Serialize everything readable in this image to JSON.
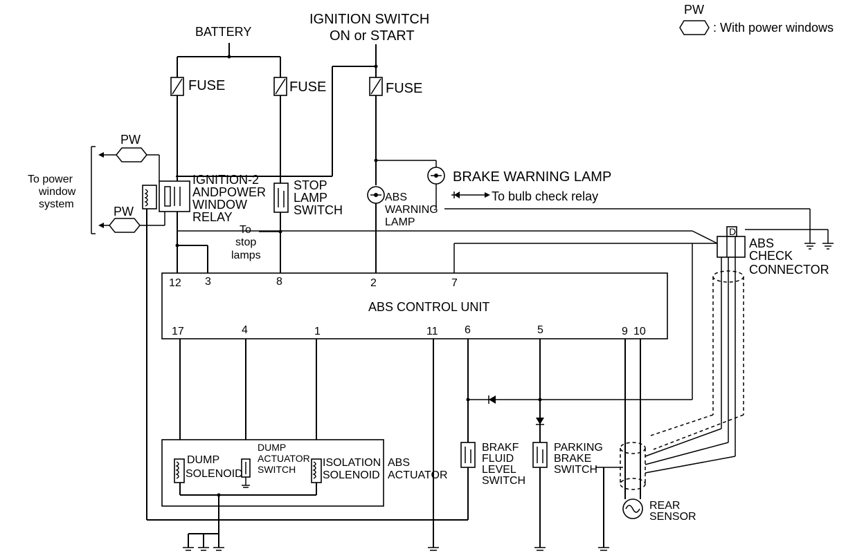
{
  "legend": {
    "pw_mark": "PW",
    "text": ": With power windows"
  },
  "power": {
    "battery": "BATTERY",
    "ignition_line1": "IGNITION SWITCH",
    "ignition_line2": "ON or START",
    "fuse": "FUSE"
  },
  "relay": {
    "line1": "IGNITION-2",
    "line2": "ANDPOWER",
    "line3": "WINDOW",
    "line4": "RELAY"
  },
  "pw_label": "PW",
  "power_window": {
    "line1": "To power",
    "line2": "window",
    "line3": "system"
  },
  "stop_lamp_switch": {
    "line1": "STOP",
    "line2": "LAMP",
    "line3": "SWITCH"
  },
  "to_stop_lamps": {
    "line1": "To",
    "line2": "stop",
    "line3": "lamps"
  },
  "brake_warning_lamp": "BRAKE WARNING LAMP",
  "bulb_check": "To bulb check relay",
  "abs_warning_lamp": {
    "line1": "ABS",
    "line2": "WARNING",
    "line3": "LAMP"
  },
  "abs_check_connector": {
    "pin": "D",
    "line1": "ABS",
    "line2": "CHECK",
    "line3": "CONNECTOR"
  },
  "control_unit": {
    "title": "ABS CONTROL UNIT",
    "top_pins": [
      "12",
      "3",
      "8",
      "2",
      "7"
    ],
    "bottom_pins": [
      "17",
      "4",
      "1",
      "11",
      "6",
      "5",
      "9",
      "10"
    ]
  },
  "actuator": {
    "dump_solenoid_1": "DUMP",
    "dump_solenoid_2": "SOLENOID",
    "dump_switch_1": "DUMP",
    "dump_switch_2": "ACTUATOR",
    "dump_switch_3": "SWITCH",
    "isolation_1": "ISOLATION",
    "isolation_2": "SOLENOID",
    "abs_1": "ABS",
    "abs_2": "ACTUATOR"
  },
  "brake_fluid": {
    "line1": "BRAKF",
    "line2": "FLUID",
    "line3": "LEVEL",
    "line4": "SWITCH"
  },
  "parking_brake": {
    "line1": "PARKING",
    "line2": "BRAKE",
    "line3": "SWITCH"
  },
  "rear_sensor": {
    "line1": "REAR",
    "line2": "SENSOR"
  }
}
